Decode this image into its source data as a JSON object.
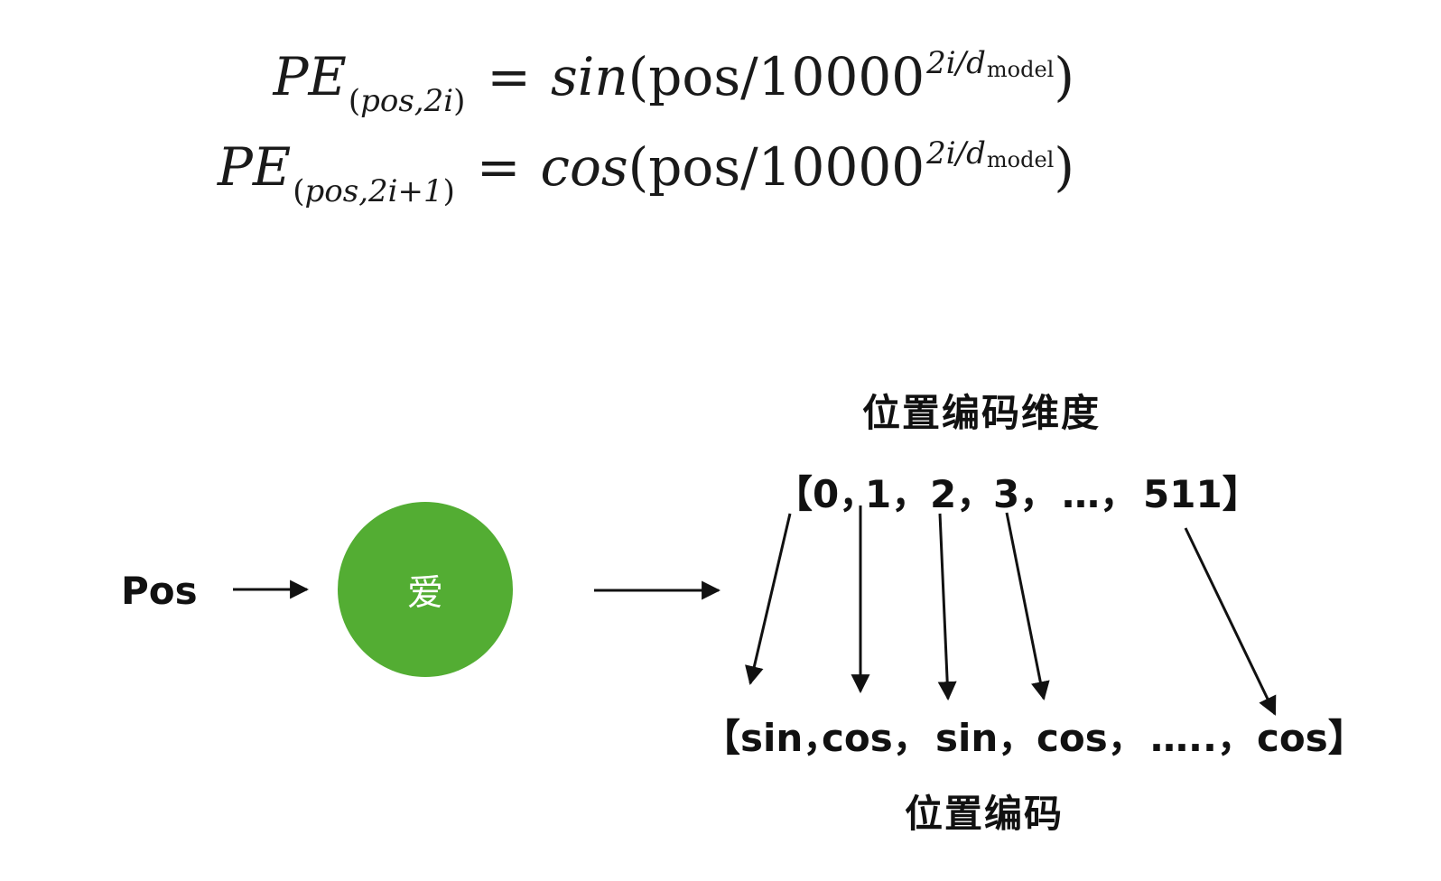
{
  "formulas": {
    "line1": {
      "lhs": "PE",
      "sub_main": "pos",
      "sub_rest": ",2i",
      "sub_open": "(",
      "sub_close": ")",
      "equals": "=",
      "func": "sin",
      "arg_open": "(pos/10000",
      "exp": "2i/d",
      "exp_sub": "model",
      "arg_close": ")"
    },
    "line2": {
      "lhs": "PE",
      "sub_main": "pos",
      "sub_rest": ",2i+1",
      "sub_open": "(",
      "sub_close": ")",
      "equals": "=",
      "func": "cos",
      "arg_open": "(pos/10000",
      "exp": "2i/d",
      "exp_sub": "model",
      "arg_close": ")"
    }
  },
  "diagram": {
    "pos_label": "Pos",
    "token": "爱",
    "token_color": "#53ad33",
    "dimension_title": "位置编码维度",
    "encoding_title": "位置编码",
    "dimension_tokens": [
      "【0，",
      "1，",
      "2，",
      "3，",
      "…，",
      "511】"
    ],
    "encoding_tokens": [
      "【sin，",
      "cos，",
      "sin，",
      "cos，",
      "…..，",
      "cos】"
    ]
  }
}
